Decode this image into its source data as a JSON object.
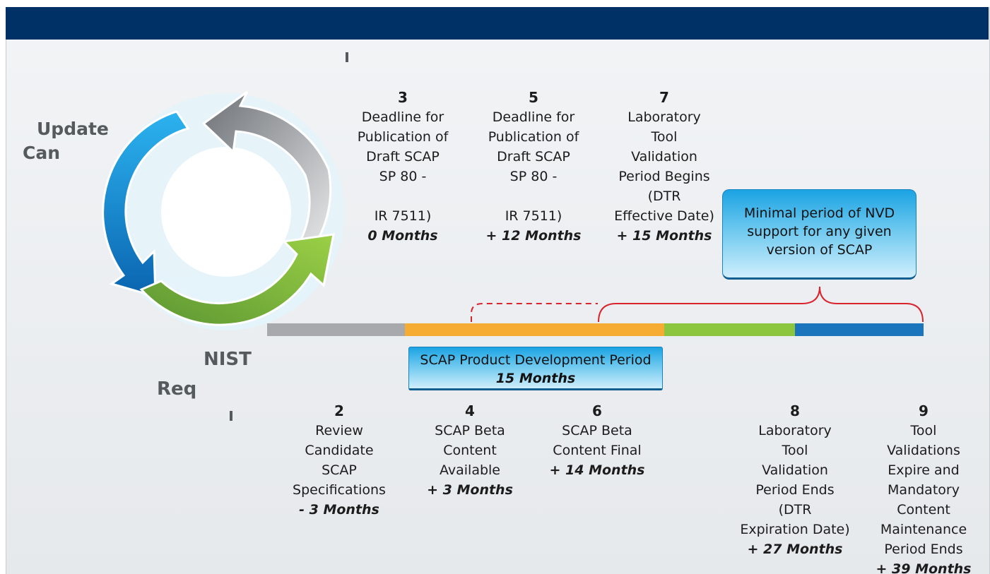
{
  "cycle": {
    "labels": [
      "Update",
      "Can",
      "NIST",
      "Req"
    ]
  },
  "milestones_top": [
    {
      "number": "3",
      "lines": [
        "Deadline for",
        "Publication of",
        "Draft SCAP",
        "SP 80  -",
        "",
        "IR 7511)"
      ],
      "time": "0 Months"
    },
    {
      "number": "5",
      "lines": [
        "Deadline for",
        "Publication of",
        "Draft SCAP",
        "SP 80  -",
        "",
        "IR 7511)"
      ],
      "time": "+ 12 Months"
    },
    {
      "number": "7",
      "lines": [
        "Laboratory",
        "Tool",
        "Validation",
        "Period Begins",
        "(DTR",
        "Effective Date)"
      ],
      "time": "+ 15 Months"
    }
  ],
  "milestones_bottom": [
    {
      "number": "2",
      "lines": [
        "Review",
        "Candidate",
        "SCAP",
        "Specifications"
      ],
      "time": "- 3 Months"
    },
    {
      "number": "4",
      "lines": [
        "SCAP Beta",
        "Content",
        "Available"
      ],
      "time": "+ 3 Months"
    },
    {
      "number": "6",
      "lines": [
        "SCAP Beta",
        "Content Final"
      ],
      "time": "+ 14 Months"
    },
    {
      "number": "8",
      "lines": [
        "Laboratory",
        "Tool",
        "Validation",
        "Period Ends",
        "(DTR",
        "Expiration Date)"
      ],
      "time": "+ 27 Months"
    },
    {
      "number": "9",
      "lines": [
        "Tool",
        "Validations",
        "Expire and",
        "Mandatory",
        "Content",
        "Maintenance",
        "Period Ends"
      ],
      "time": "+ 39 Months"
    }
  ],
  "nvd_callout": {
    "lines": [
      "Minimal period of NVD",
      "support for any given",
      "version of SCAP"
    ]
  },
  "dev_period": {
    "title": "SCAP Product Development Period",
    "duration": "15 Months"
  },
  "timeline": {
    "segment_colors": [
      "#a7a9ac",
      "#f6ac32",
      "#8cc63f",
      "#1b75bc"
    ],
    "bracket_color": "#d9232d"
  },
  "colors": {
    "header": "#003166",
    "cycle_blue": "#1f8fd6",
    "cycle_gray": "#9a9ea3",
    "cycle_green": "#7ab93a"
  }
}
